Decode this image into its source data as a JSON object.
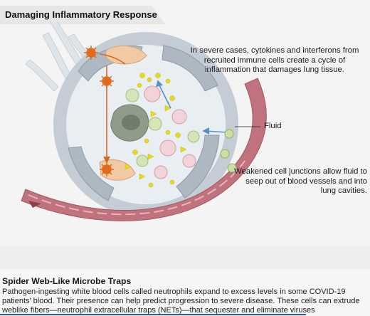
{
  "header": {
    "title": "Damaging Inflammatory Response"
  },
  "annotations": {
    "inflammation": "In severe cases, cytokines  and interferons from recruited immune cells create a cycle of inflammation that damages lung tissue.",
    "fluid": "Fluid",
    "junctions": "Weakened cell junctions allow fluid to seep out of blood vessels and into lung cavities."
  },
  "section": {
    "title": "Spider Web-Like Microbe Traps",
    "body": "Pathogen-ingesting white blood cells called neutrophils expand to excess levels in some COVID-19 patients' blood. Their presence can help predict progression to severe disease. These cells can extrude weblike fibers—neutrophil extracellular traps (NETs)—that sequester and eliminate viruses"
  },
  "colors": {
    "alveolus_wall": "#b8c2cc",
    "lumen": "#e9eef3",
    "vessel": "#c0737c",
    "virus": "#e06a1e",
    "cytokine": "#e8d91c",
    "link_underline": "#2b5fa8"
  }
}
